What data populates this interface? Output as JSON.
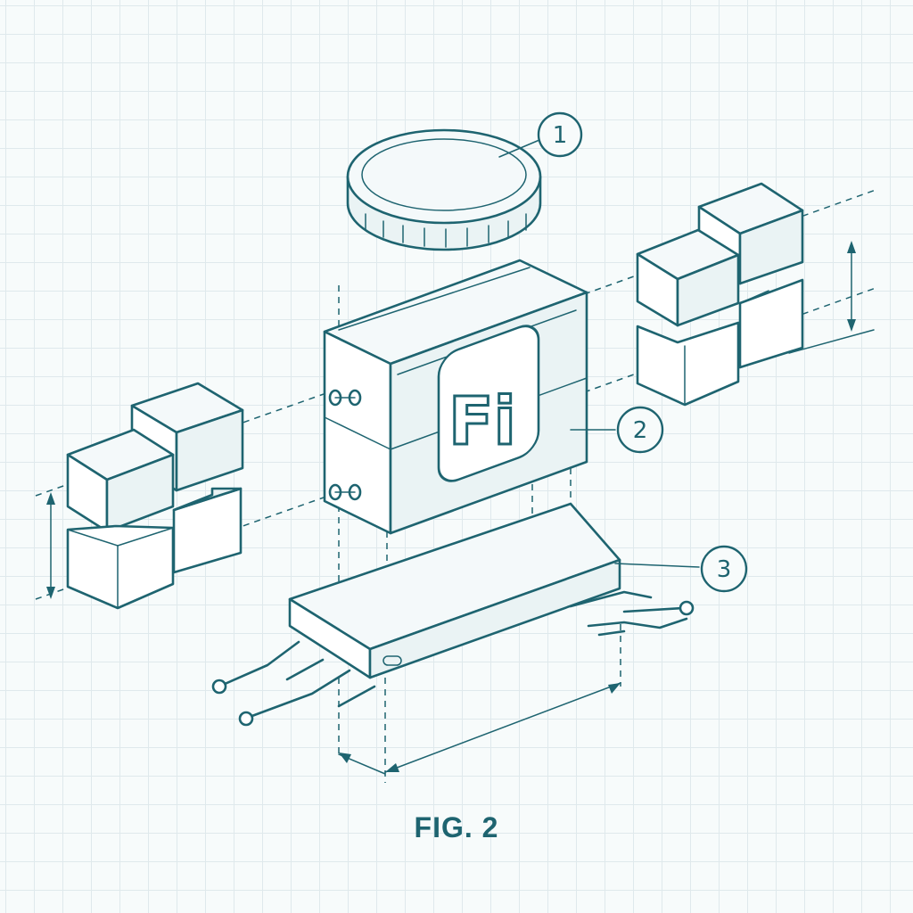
{
  "figure": {
    "caption": "FIG. 2",
    "logo_text": "Fi",
    "callouts": [
      {
        "label": "1"
      },
      {
        "label": "2"
      },
      {
        "label": "3"
      }
    ],
    "colors": {
      "ink": "#1e6470",
      "paper": "#f7fbfb",
      "grid": "#dfe9ec"
    }
  }
}
